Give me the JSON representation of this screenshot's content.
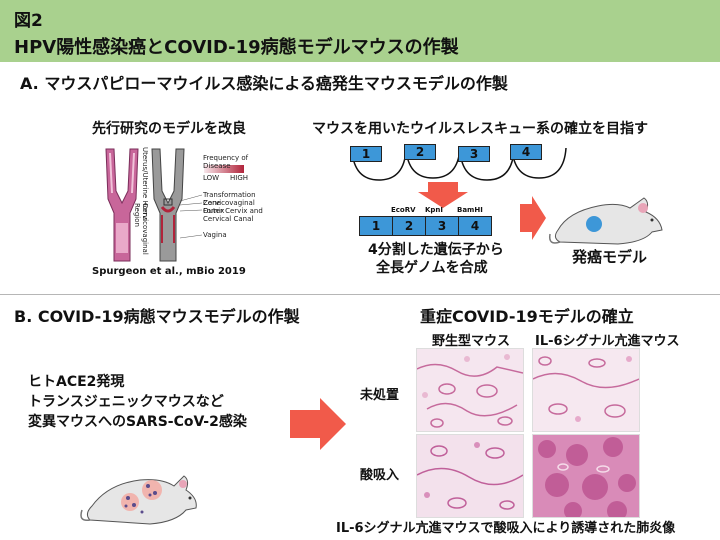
{
  "header": {
    "figure_label": "図2",
    "title": "HPV陽性感染癌とCOVID-19病態モデルマウスの作製",
    "bg_color": "#a9d18e"
  },
  "section_a": {
    "title": "A. マウスパピローマウイルス感染による癌発生マウスモデルの作製",
    "left_caption": "先行研究のモデルを改良",
    "citation": "Spurgeon et al., mBio 2019",
    "panel_labels": {
      "vertical_1": "Uterus/Uterine Horns",
      "vertical_2": "Cervicovaginal Region",
      "legend_title": "Frequency of Disease",
      "legend_low": "LOW",
      "legend_high": "HIGH",
      "zone_1": "Transformation Zone",
      "zone_2": "Cervicovaginal Fornix",
      "zone_3": "Outer Cervix and Cervical Canal",
      "zone_4": "Vagina"
    },
    "rescue_caption": "マウスを用いたウイルスレスキュー系の確立を目指す",
    "fragments": [
      "1",
      "2",
      "3",
      "4"
    ],
    "genome_boxes": [
      "1",
      "2",
      "3",
      "4"
    ],
    "restriction_sites": [
      "EcoRV",
      "KpnI",
      "BamHI"
    ],
    "synthesis_line1": "4分割した遺伝子から",
    "synthesis_line2": "全長ゲノムを合成",
    "result_label": "発癌モデル",
    "arrow_color": "#f15a4a",
    "gene_color": "#3d97d8"
  },
  "section_b": {
    "title": "B. COVID-19病態マウスモデルの作製",
    "left_line1": "ヒトACE2発現",
    "left_line2": "トランスジェニックマウスなど",
    "left_line3": "変異マウスへのSARS-CoV-2感染",
    "right_title": "重症COVID-19モデルの確立",
    "col_wild": "野生型マウス",
    "col_il6": "IL-6シグナル亢進マウス",
    "row_untreated": "未処置",
    "row_acid": "酸吸入",
    "bottom_caption": "IL-6シグナル亢進マウスで酸吸入により誘導された肺炎像"
  }
}
